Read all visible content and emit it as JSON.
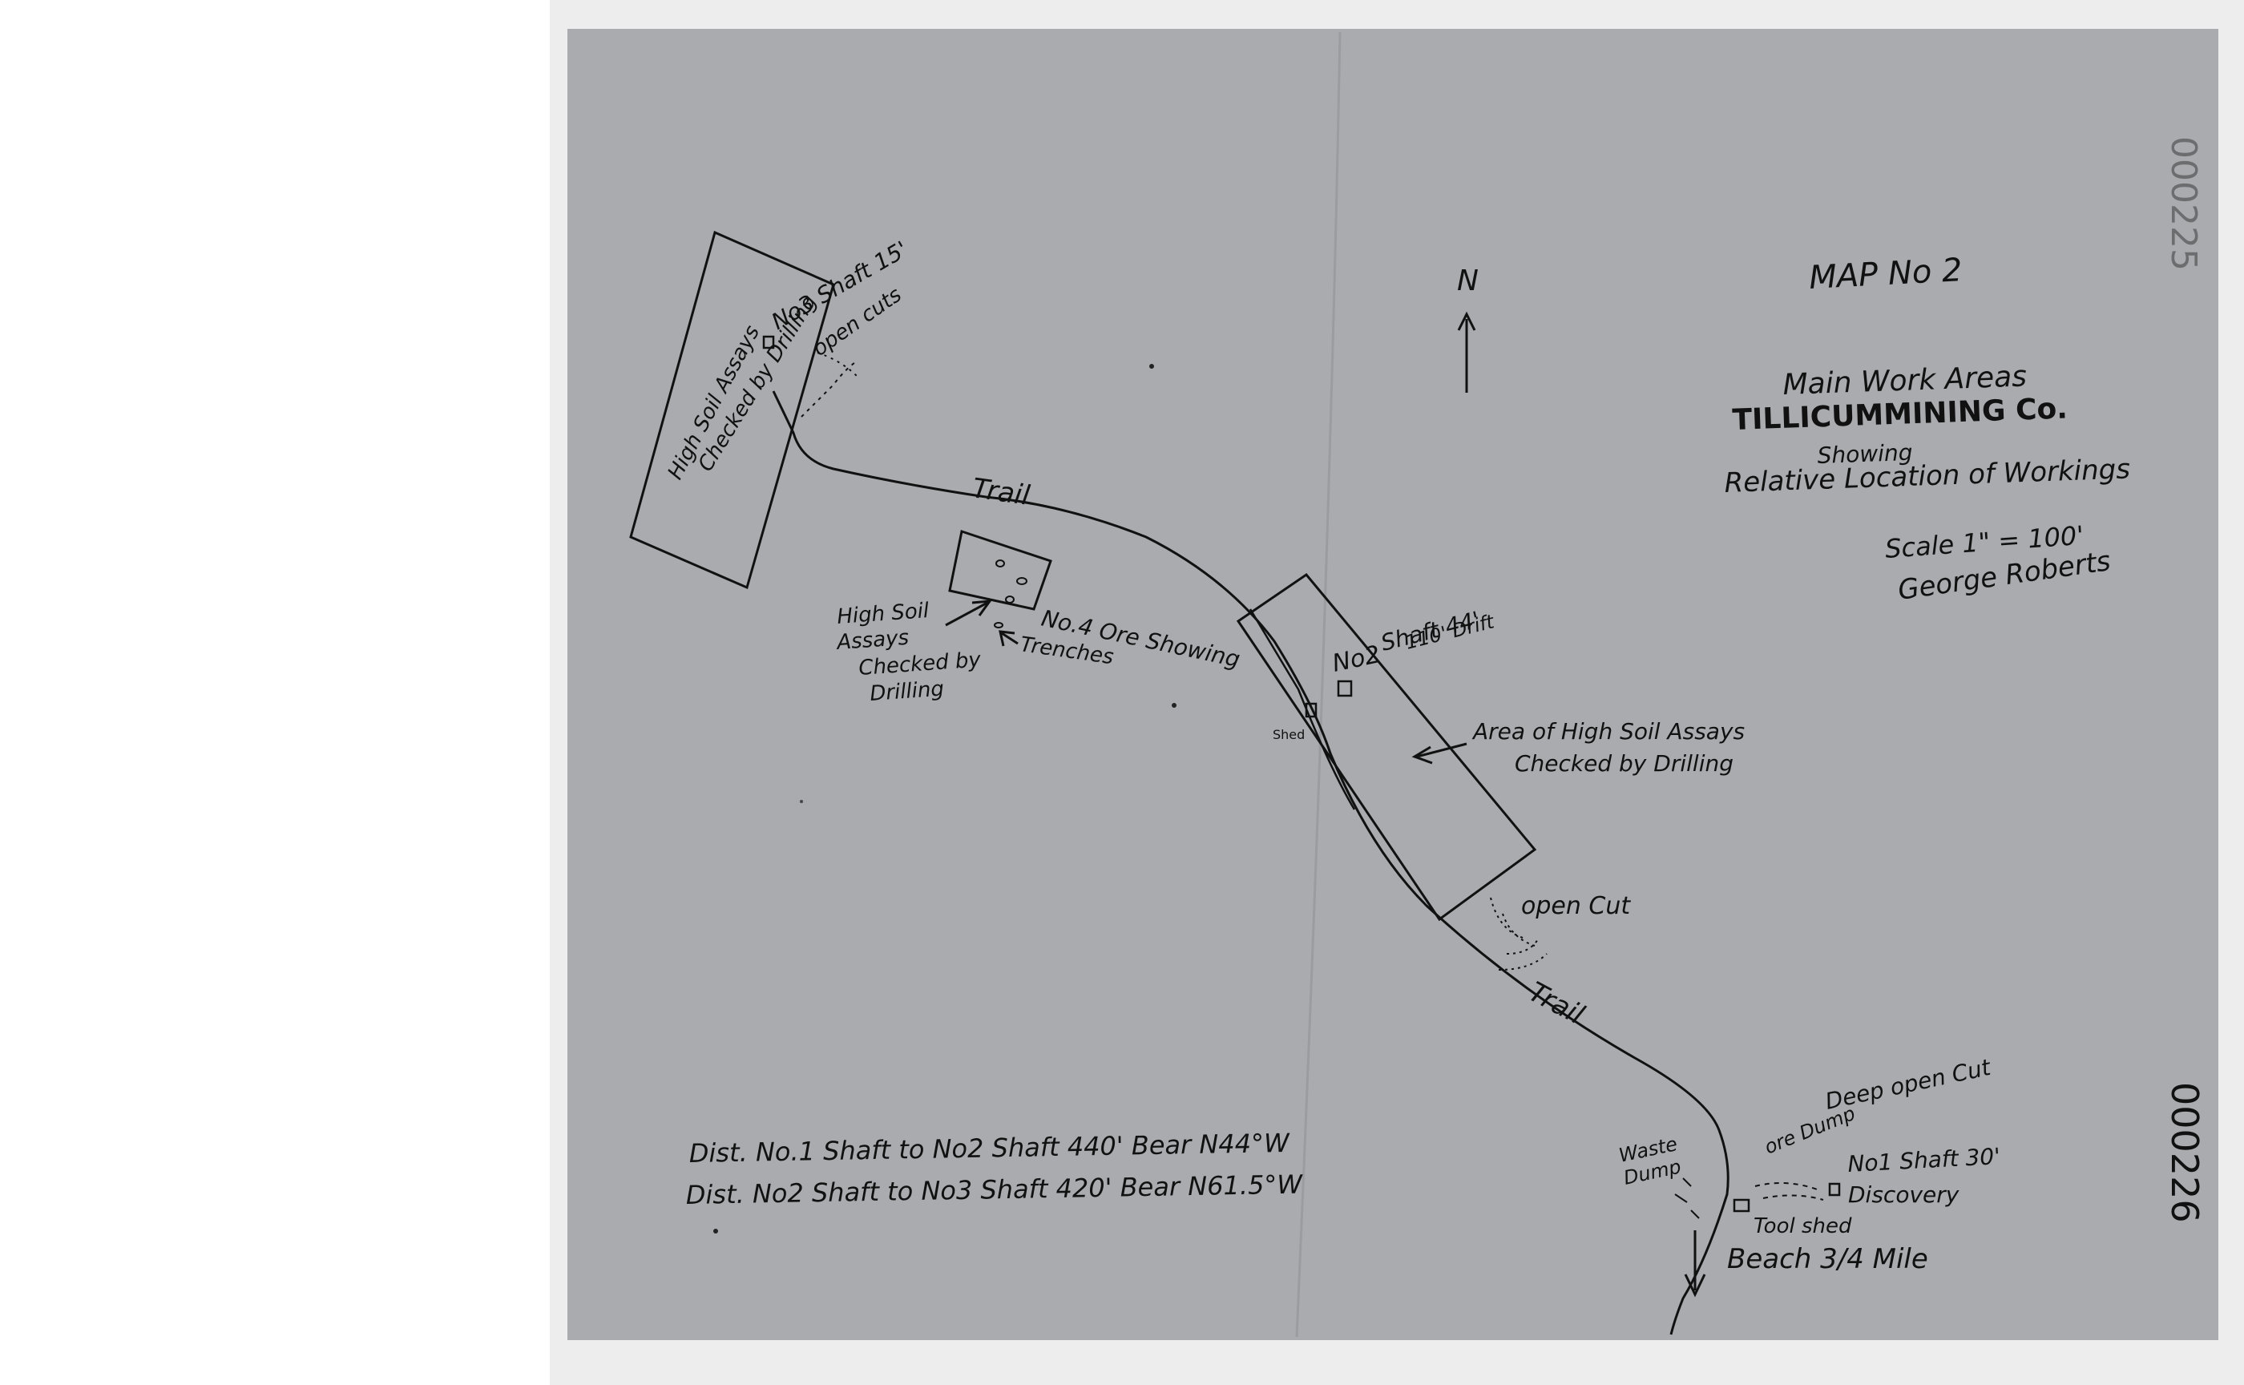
{
  "map": {
    "title": "MAP No 2",
    "subtitle": {
      "line1": "Main Work Areas",
      "line2": "TILLICUMMINING Co.",
      "line3": "Showing",
      "line4": "Relative Location of Workings"
    },
    "scale": "Scale 1\" = 100'",
    "signature": "George Roberts",
    "north": "N",
    "margin_number_bottom": "000226",
    "margin_number_top": "000225"
  },
  "labels": {
    "no3_shaft": "No3 Shaft 15'",
    "open_cuts": "open cuts",
    "high_soil_assays_nw_1": "High Soil Assays",
    "high_soil_assays_nw_2": "Checked by Drilling",
    "trail_upper": "Trail",
    "trail_lower": "Trail",
    "high_soil_1": "High Soil",
    "high_soil_2": "Assays",
    "high_soil_3": "Checked by",
    "high_soil_4": "Drilling",
    "no4_ore": "No.4 Ore Showing",
    "trenches": "Trenches",
    "no2_shaft": "Shaft 44'",
    "no2_label": "No2",
    "drift": "110' Drift",
    "shed": "Shed",
    "area_high_soil_1": "Area of High Soil Assays",
    "area_high_soil_2": "Checked by Drilling",
    "open_cut": "open Cut",
    "ore_dump": "ore Dump",
    "deep_open_cut": "Deep open Cut",
    "waste_dump_1": "Waste",
    "waste_dump_2": "Dump",
    "no1_shaft": "No1 Shaft 30'",
    "discovery": "Discovery",
    "tool_shed": "Tool shed",
    "beach": "Beach 3/4 Mile",
    "dist_1": "Dist. No.1 Shaft to No2 Shaft 440' Bear N44°W",
    "dist_2": "Dist. No2 Shaft to No3 Shaft 420' Bear N61.5°W"
  },
  "colors": {
    "paper": "#a9abaf",
    "ink": "#111111",
    "scan_margin": "#ededed"
  }
}
